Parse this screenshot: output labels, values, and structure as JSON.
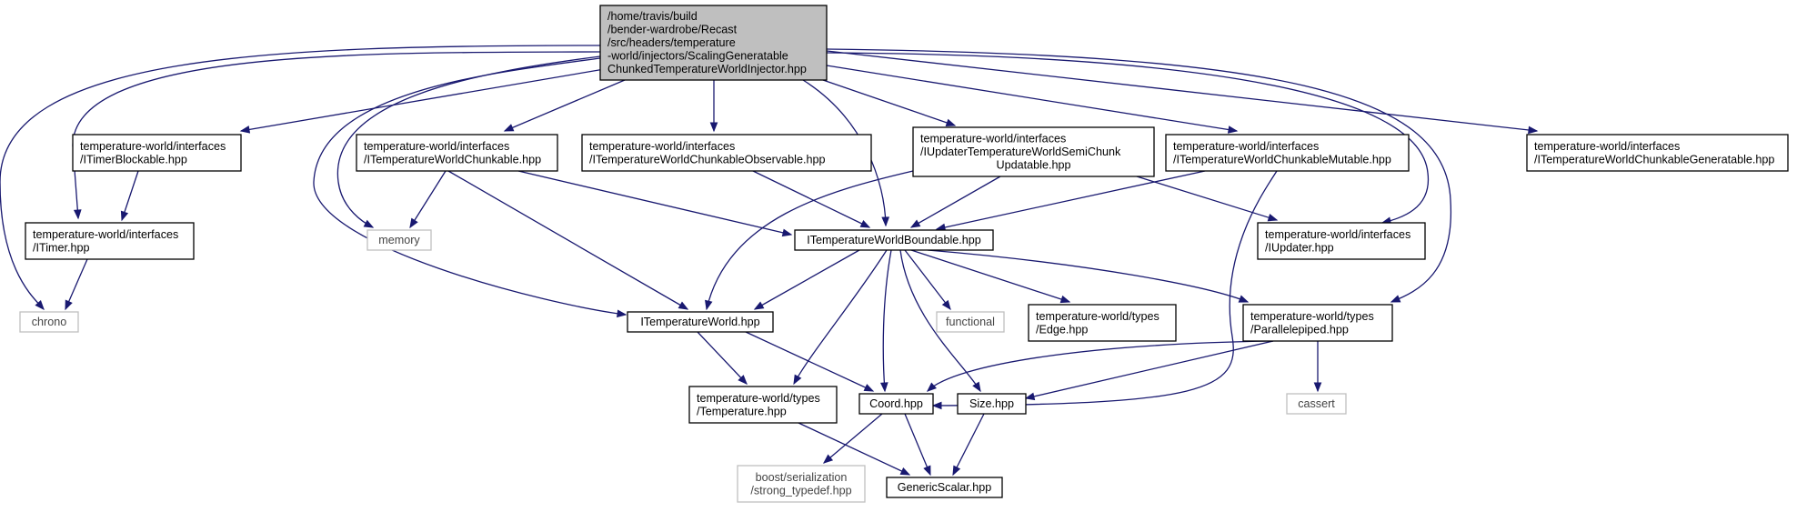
{
  "colors": {
    "edge": "#191970",
    "root_fill": "#bfbfbf",
    "node_border": "#000000",
    "system_border": "#bfbfbf"
  },
  "nodes": {
    "root": {
      "lines": [
        "/home/travis/build",
        "/bender-wardrobe/Recast",
        "/src/headers/temperature",
        "-world/injectors/ScalingGeneratable",
        "ChunkedTemperatureWorldInjector.hpp"
      ]
    },
    "itimerblockable": {
      "lines": [
        "temperature-world/interfaces",
        "/ITimerBlockable.hpp"
      ]
    },
    "itwchunkable": {
      "lines": [
        "temperature-world/interfaces",
        "/ITemperatureWorldChunkable.hpp"
      ]
    },
    "itwchunkableobservable": {
      "lines": [
        "temperature-world/interfaces",
        "/ITemperatureWorldChunkableObservable.hpp"
      ]
    },
    "iupdatersemichunk": {
      "lines": [
        "temperature-world/interfaces",
        "/IUpdaterTemperatureWorldSemiChunk",
        "Updatable.hpp"
      ]
    },
    "itwchunkablemutable": {
      "lines": [
        "temperature-world/interfaces",
        "/ITemperatureWorldChunkableMutable.hpp"
      ]
    },
    "itwchunkablegeneratable": {
      "lines": [
        "temperature-world/interfaces",
        "/ITemperatureWorldChunkableGeneratable.hpp"
      ]
    },
    "itimer": {
      "lines": [
        "temperature-world/interfaces",
        "/ITimer.hpp"
      ]
    },
    "memory": {
      "lines": [
        "memory"
      ]
    },
    "itwboundable": {
      "lines": [
        "ITemperatureWorldBoundable.hpp"
      ]
    },
    "iupdater": {
      "lines": [
        "temperature-world/interfaces",
        "/IUpdater.hpp"
      ]
    },
    "chrono": {
      "lines": [
        "chrono"
      ]
    },
    "itemperatureworld": {
      "lines": [
        "ITemperatureWorld.hpp"
      ]
    },
    "functional": {
      "lines": [
        "functional"
      ]
    },
    "edge": {
      "lines": [
        "temperature-world/types",
        "/Edge.hpp"
      ]
    },
    "parallelepiped": {
      "lines": [
        "temperature-world/types",
        "/Parallelepiped.hpp"
      ]
    },
    "temperature": {
      "lines": [
        "temperature-world/types",
        "/Temperature.hpp"
      ]
    },
    "coord": {
      "lines": [
        "Coord.hpp"
      ]
    },
    "size": {
      "lines": [
        "Size.hpp"
      ]
    },
    "cassert": {
      "lines": [
        "cassert"
      ]
    },
    "strongtypedef": {
      "lines": [
        "boost/serialization",
        "/strong_typedef.hpp"
      ]
    },
    "genericscalar": {
      "lines": [
        "GenericScalar.hpp"
      ]
    }
  }
}
